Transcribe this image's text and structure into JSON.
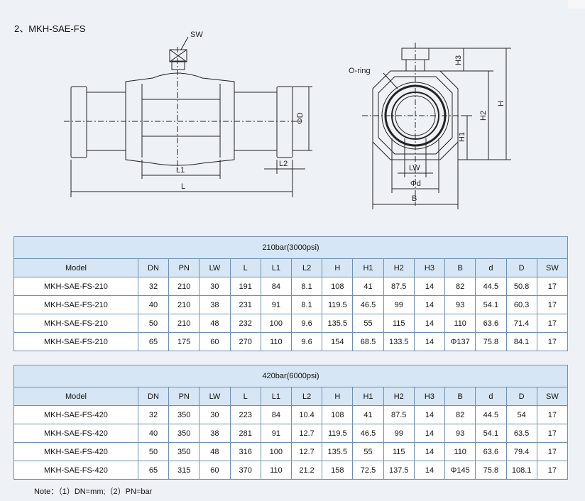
{
  "heading": "2、MKH-SAE-FS",
  "drawing_labels": {
    "sw": "SW",
    "l1": "L1",
    "l2": "L2",
    "l": "L",
    "phi_d_upper": "ΦD",
    "o_ring": "O-ring",
    "h3": "H3",
    "h2": "H2",
    "h": "H",
    "h1": "H1",
    "lw": "LW",
    "phi_d_lower": "Φd",
    "b": "B"
  },
  "columns": [
    "Model",
    "DN",
    "PN",
    "LW",
    "L",
    "L1",
    "L2",
    "H",
    "H1",
    "H2",
    "H3",
    "B",
    "d",
    "D",
    "SW"
  ],
  "tables": [
    {
      "title": "210bar(3000psi)",
      "rows": [
        [
          "MKH-SAE-FS-210",
          "32",
          "210",
          "30",
          "191",
          "84",
          "8.1",
          "108",
          "41",
          "87.5",
          "14",
          "82",
          "44.5",
          "50.8",
          "17"
        ],
        [
          "MKH-SAE-FS-210",
          "40",
          "210",
          "38",
          "231",
          "91",
          "8.1",
          "119.5",
          "46.5",
          "99",
          "14",
          "93",
          "54.1",
          "60.3",
          "17"
        ],
        [
          "MKH-SAE-FS-210",
          "50",
          "210",
          "48",
          "232",
          "100",
          "9.6",
          "135.5",
          "55",
          "115",
          "14",
          "110",
          "63.6",
          "71.4",
          "17"
        ],
        [
          "MKH-SAE-FS-210",
          "65",
          "175",
          "60",
          "270",
          "110",
          "9.6",
          "154",
          "68.5",
          "133.5",
          "14",
          "Φ137",
          "75.8",
          "84.1",
          "17"
        ]
      ]
    },
    {
      "title": "420bar(6000psi)",
      "rows": [
        [
          "MKH-SAE-FS-420",
          "32",
          "350",
          "30",
          "223",
          "84",
          "10.4",
          "108",
          "41",
          "87.5",
          "14",
          "82",
          "44.5",
          "54",
          "17"
        ],
        [
          "MKH-SAE-FS-420",
          "40",
          "350",
          "38",
          "281",
          "91",
          "12.7",
          "119.5",
          "46.5",
          "99",
          "14",
          "93",
          "54.1",
          "63.5",
          "17"
        ],
        [
          "MKH-SAE-FS-420",
          "50",
          "350",
          "48",
          "316",
          "100",
          "12.7",
          "135.5",
          "55",
          "115",
          "14",
          "110",
          "63.6",
          "79.4",
          "17"
        ],
        [
          "MKH-SAE-FS-420",
          "65",
          "315",
          "60",
          "370",
          "110",
          "21.2",
          "158",
          "72.5",
          "137.5",
          "14",
          "Φ145",
          "75.8",
          "108.1",
          "17"
        ]
      ]
    }
  ],
  "note": "Note：（1）DN=mm;（2）PN=bar"
}
